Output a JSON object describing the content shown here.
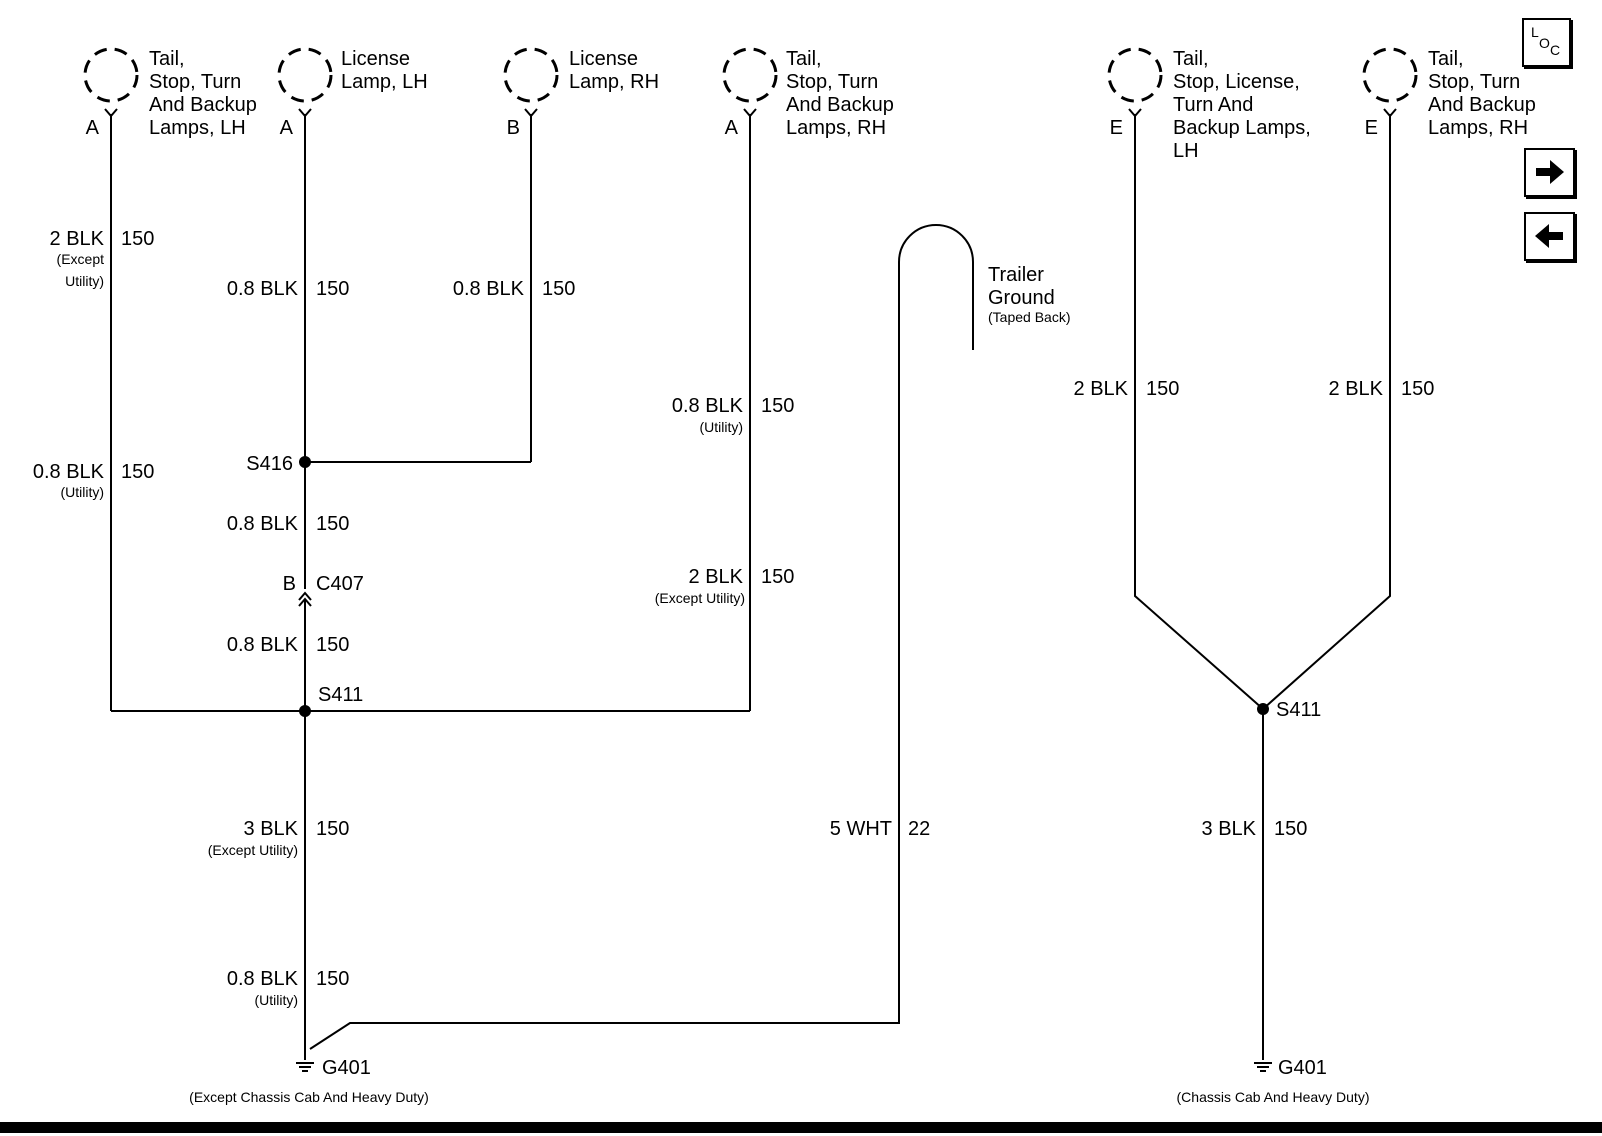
{
  "loads": {
    "tail_lh": [
      "Tail,",
      "Stop, Turn",
      "And Backup",
      "Lamps, LH"
    ],
    "license_lh": [
      "License",
      "Lamp, LH"
    ],
    "license_rh": [
      "License",
      "Lamp, RH"
    ],
    "tail_rh": [
      "Tail,",
      "Stop, Turn",
      "And Backup",
      "Lamps, RH"
    ],
    "tail_lic_lh": [
      "Tail,",
      "Stop, License,",
      "Turn And",
      "Backup Lamps,",
      "LH"
    ],
    "tail_rh_2": [
      "Tail,",
      "Stop, Turn",
      "And Backup",
      "Lamps, RH"
    ]
  },
  "pins": {
    "p1": "A",
    "p2": "A",
    "p3": "B",
    "p4": "A",
    "p5": "E",
    "p6": "E",
    "c407_pin": "B"
  },
  "wires": {
    "w1_top": "2 BLK",
    "w1_top_note": [
      "(Except",
      "Utility)"
    ],
    "w1_top_ckt": "150",
    "w1_mid": "0.8 BLK",
    "w1_mid_note": "(Utility)",
    "w1_mid_ckt": "150",
    "w2_top": "0.8 BLK",
    "w2_top_ckt": "150",
    "w3_top": "0.8 BLK",
    "w3_top_ckt": "150",
    "w2_mid": "0.8 BLK",
    "w2_mid_ckt": "150",
    "w2_low": "0.8 BLK",
    "w2_low_ckt": "150",
    "w4_top": "0.8 BLK",
    "w4_top_note": "(Utility)",
    "w4_top_ckt": "150",
    "w4_low": "2 BLK",
    "w4_low_note": "(Except Utility)",
    "w4_low_ckt": "150",
    "w_main_a": "3 BLK",
    "w_main_a_note": "(Except Utility)",
    "w_main_a_ckt": "150",
    "w_main_b": "0.8 BLK",
    "w_main_b_note": "(Utility)",
    "w_main_b_ckt": "150",
    "w_trailer": "5 WHT",
    "w_trailer_ckt": "22",
    "w5": "2 BLK",
    "w5_ckt": "150",
    "w6": "2 BLK",
    "w6_ckt": "150",
    "w_r_main": "3 BLK",
    "w_r_main_ckt": "150"
  },
  "trailer": {
    "title": [
      "Trailer",
      "Ground"
    ],
    "note": "(Taped Back)"
  },
  "splices": {
    "s416": "S416",
    "s411_left": "S411",
    "s411_right": "S411"
  },
  "connectors": {
    "c407": "C407"
  },
  "grounds": {
    "g401_left": "G401",
    "g401_left_note": "(Except Chassis Cab And Heavy Duty)",
    "g401_right": "G401",
    "g401_right_note": "(Chassis Cab And Heavy Duty)"
  },
  "nav": {
    "loc_l": "L",
    "loc_o": "O",
    "loc_c": "C"
  }
}
